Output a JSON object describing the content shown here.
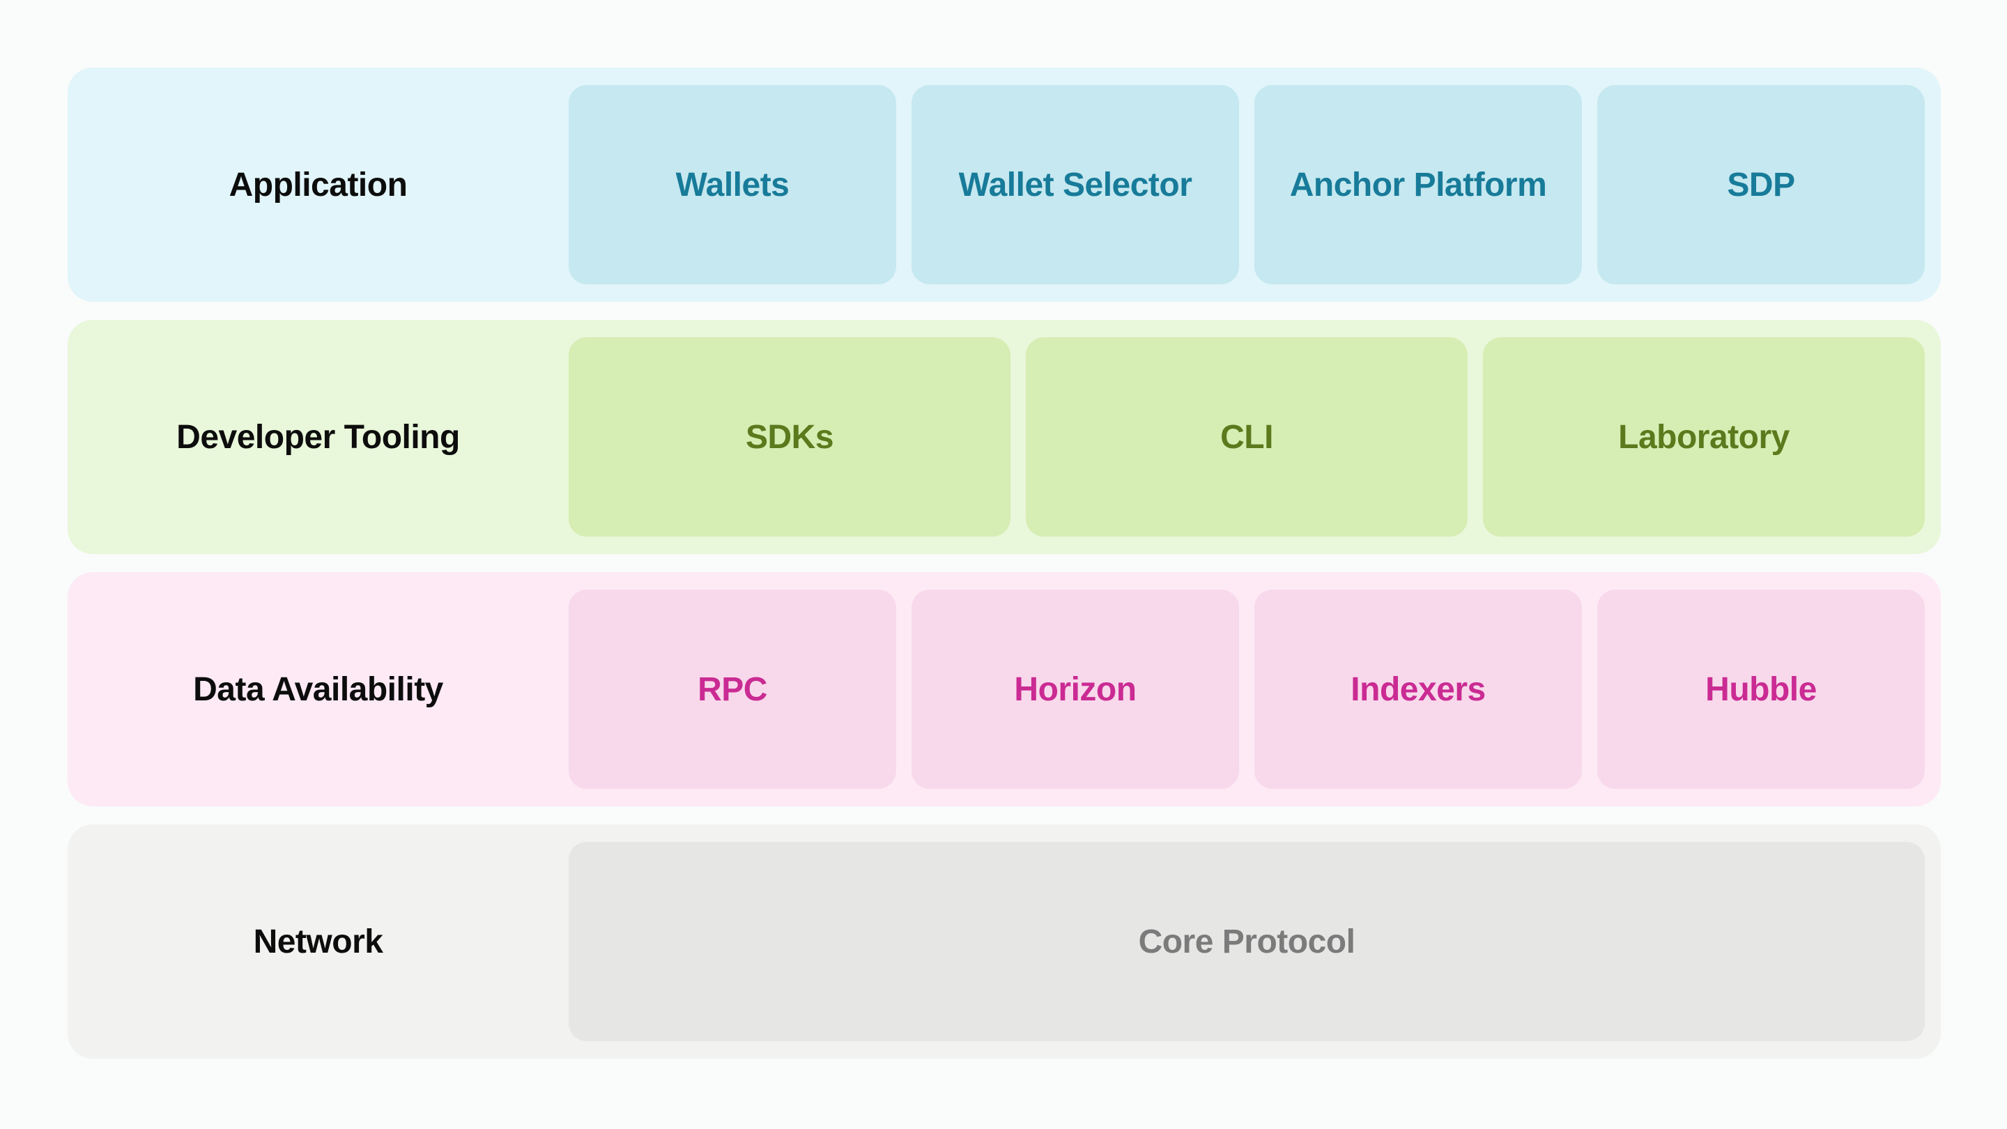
{
  "page": {
    "background": "#fafbfb",
    "label_color": "#0d0d0d"
  },
  "layers": [
    {
      "id": "application",
      "label": "Application",
      "row_bg": "#e1f5fa",
      "box_bg": "#c6e8f0",
      "box_text_color": "#177b99",
      "boxes": [
        "Wallets",
        "Wallet Selector",
        "Anchor Platform",
        "SDP"
      ]
    },
    {
      "id": "developer-tooling",
      "label": "Developer Tooling",
      "row_bg": "#e9f7da",
      "box_bg": "#d6edb3",
      "box_text_color": "#5b7a1d",
      "boxes": [
        "SDKs",
        "CLI",
        "Laboratory"
      ]
    },
    {
      "id": "data-availability",
      "label": "Data Availability",
      "row_bg": "#fdeaf5",
      "box_bg": "#f8d9eb",
      "box_text_color": "#ca2b93",
      "boxes": [
        "RPC",
        "Horizon",
        "Indexers",
        "Hubble"
      ]
    },
    {
      "id": "network",
      "label": "Network",
      "row_bg": "#f2f2f1",
      "box_bg": "#e6e6e5",
      "box_text_color": "#7b7b7b",
      "boxes": [
        "Core Protocol"
      ]
    }
  ]
}
